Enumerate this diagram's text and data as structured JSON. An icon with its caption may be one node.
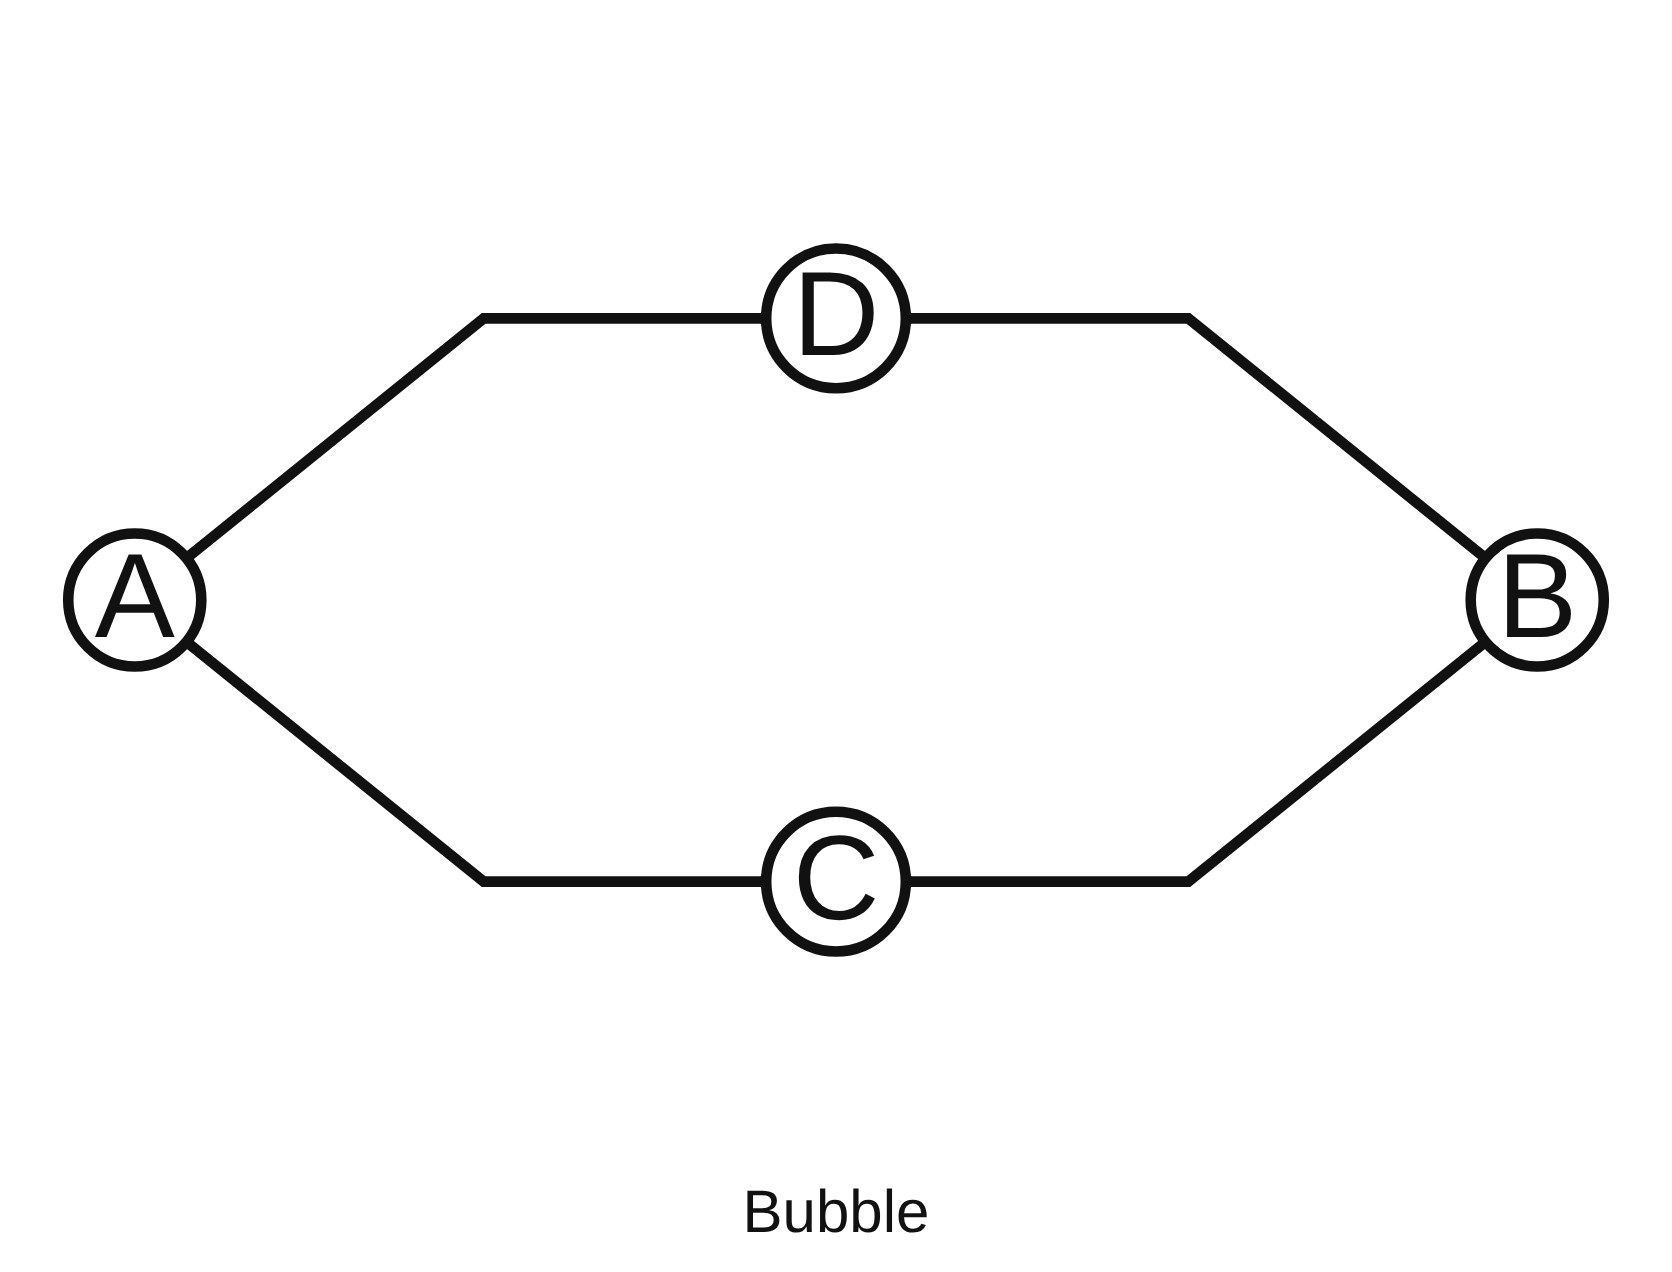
{
  "diagram": {
    "nodes": [
      {
        "text": [
          "A"
        ]
      },
      {
        "text": [
          "D"
        ]
      },
      {
        "text": [
          "C"
        ]
      },
      {
        "text": [
          "B"
        ]
      }
    ],
    "edges": [
      {
        "from": 0,
        "to": 1,
        "arrow": "none"
      },
      {
        "from": 0,
        "to": 2,
        "arrow": "none"
      },
      {
        "from": 1,
        "to": 3,
        "arrow": "none"
      },
      {
        "from": 2,
        "to": 3,
        "arrow": "none"
      }
    ],
    "labels": [
      "Bubble"
    ]
  }
}
